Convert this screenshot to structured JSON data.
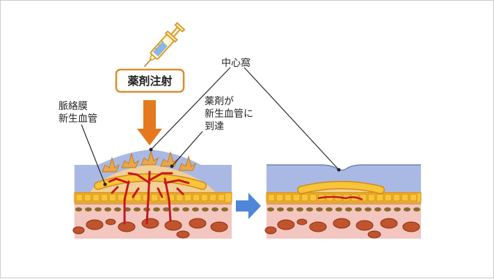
{
  "labels": {
    "drug_injection": "薬剤注射",
    "fovea": "中心窩",
    "cnv_line1": "脈絡膜",
    "cnv_line2": "新生血管",
    "drug_reach_line1": "薬剤が",
    "drug_reach_line2": "新生血管に",
    "drug_reach_line3": "到達"
  },
  "colors": {
    "retina_blue": "#a9b9e3",
    "edema_beige": "#f2cf98",
    "cell_yellow": "#f7c43a",
    "cell_border": "#d28a12",
    "vessel_red": "#c8141e",
    "choroid_pink": "#f3c6c0",
    "dark_cell": "#c0542c",
    "olive_dot": "#8c6a28",
    "injection_arrow": "#e5791f",
    "transition_arrow": "#4f86d9"
  },
  "icons": {
    "syringe": "syringe-icon",
    "down_arrow": "down-arrow-icon",
    "right_arrow": "right-arrow-icon"
  }
}
